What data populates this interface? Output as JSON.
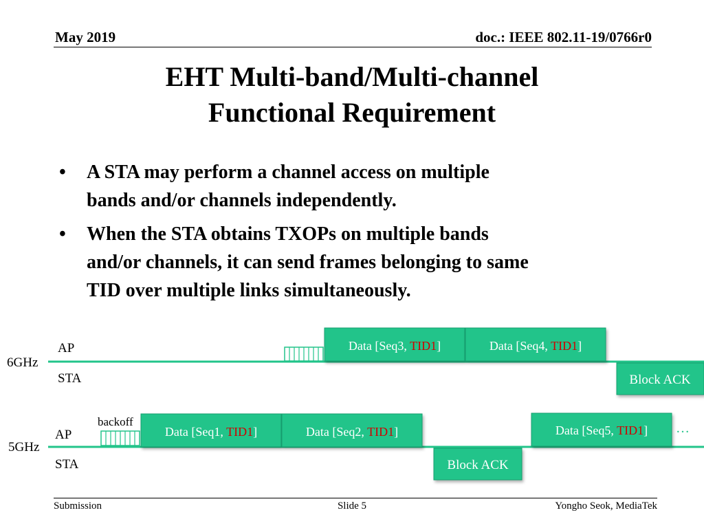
{
  "header": {
    "date": "May 2019",
    "doc_id": "doc.: IEEE 802.11-19/0766r0"
  },
  "title": {
    "line1": "EHT Multi-band/Multi-channel",
    "line2": "Functional Requirement"
  },
  "bullets": [
    {
      "line1": "A STA may perform a channel access on multiple",
      "line2": "bands and/or channels independently."
    },
    {
      "line1": "When the STA obtains TXOPs on multiple bands",
      "line2": "and/or channels, it can send frames belonging to same",
      "line3": "TID over multiple links simultaneously."
    }
  ],
  "diagram": {
    "colors": {
      "frame_fill": "#22c48a",
      "frame_border": "#12a070",
      "tid": "#d00000",
      "line": "#22c48a"
    },
    "band_6ghz": {
      "band_label": "6GHz",
      "ap_label": "AP",
      "sta_label": "STA"
    },
    "band_5ghz": {
      "band_label": "5GHz",
      "ap_label": "AP",
      "sta_label": "STA"
    },
    "backoff_label": "backoff",
    "ellipsis": "…",
    "frames": {
      "seq3": {
        "prefix": "Data [Seq3, ",
        "tid": "TID1",
        "suffix": "]"
      },
      "seq4": {
        "prefix": "Data [Seq4, ",
        "tid": "TID1",
        "suffix": "]"
      },
      "seq1": {
        "prefix": "Data [Seq1, ",
        "tid": "TID1",
        "suffix": "]"
      },
      "seq2": {
        "prefix": "Data [Seq2, ",
        "tid": "TID1",
        "suffix": "]"
      },
      "seq5": {
        "prefix": "Data [Seq5, ",
        "tid": "TID1",
        "suffix": "]"
      }
    },
    "block_ack_6": "Block ACK",
    "block_ack_5": "Block ACK"
  },
  "footer": {
    "left": "Submission",
    "center": "Slide 5",
    "right": "Yongho Seok, MediaTek"
  }
}
